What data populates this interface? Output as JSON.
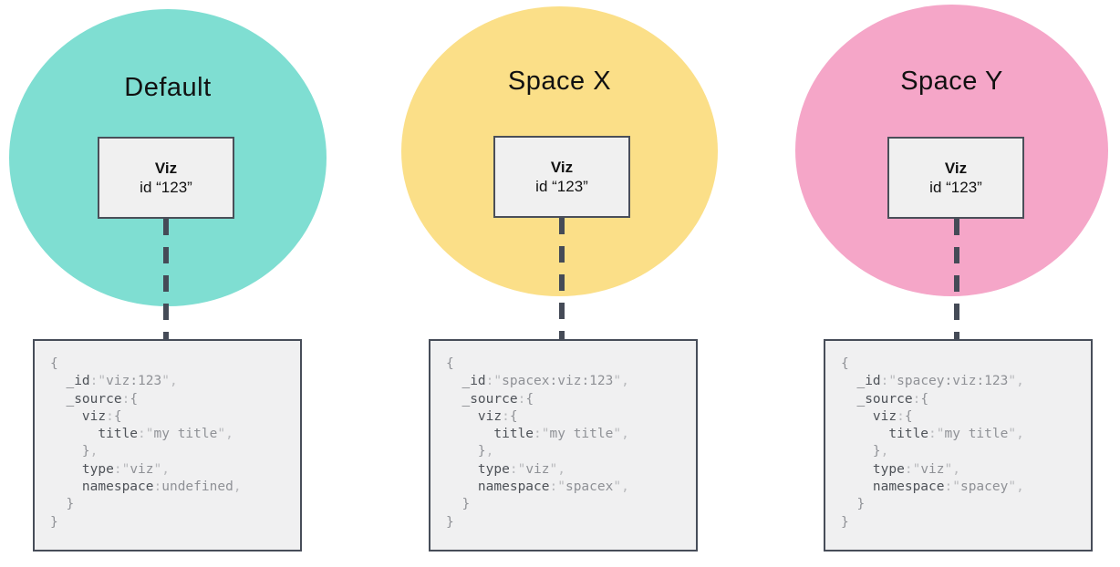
{
  "diagram": {
    "background": "#ffffff",
    "border_color": "#474d59",
    "node_fill": "#f0f0f0",
    "code_fill": "#f0f0f1",
    "code_colors": {
      "key": "#4e5258",
      "value": "#8f9196",
      "punctuation": "#b9babd"
    }
  },
  "spaces": [
    {
      "title": "Default",
      "circle_color": "#7fded2",
      "viz": {
        "title": "Viz",
        "id_label": "id “123”"
      },
      "code_lines": [
        [
          [
            "v",
            "{"
          ]
        ],
        [
          [
            "w",
            "  "
          ],
          [
            "k",
            "_id"
          ],
          [
            "p",
            ":\""
          ],
          [
            "v",
            "viz:123"
          ],
          [
            "p",
            "\","
          ]
        ],
        [
          [
            "w",
            "  "
          ],
          [
            "k",
            "_source"
          ],
          [
            "p",
            ":"
          ],
          [
            "v",
            "{"
          ]
        ],
        [
          [
            "w",
            "    "
          ],
          [
            "k",
            "viz"
          ],
          [
            "p",
            ":"
          ],
          [
            "v",
            "{"
          ]
        ],
        [
          [
            "w",
            "      "
          ],
          [
            "k",
            "title"
          ],
          [
            "p",
            ":\""
          ],
          [
            "v",
            "my title"
          ],
          [
            "p",
            "\","
          ]
        ],
        [
          [
            "w",
            "    "
          ],
          [
            "v",
            "}"
          ],
          [
            "p",
            ","
          ]
        ],
        [
          [
            "w",
            "    "
          ],
          [
            "k",
            "type"
          ],
          [
            "p",
            ":\""
          ],
          [
            "v",
            "viz"
          ],
          [
            "p",
            "\","
          ]
        ],
        [
          [
            "w",
            "    "
          ],
          [
            "k",
            "namespace"
          ],
          [
            "p",
            ":"
          ],
          [
            "v",
            "undefined"
          ],
          [
            "p",
            ","
          ]
        ],
        [
          [
            "w",
            "  "
          ],
          [
            "v",
            "}"
          ]
        ],
        [
          [
            "v",
            "}"
          ]
        ]
      ]
    },
    {
      "title": "Space X",
      "circle_color": "#fbdf88",
      "viz": {
        "title": "Viz",
        "id_label": "id “123”"
      },
      "code_lines": [
        [
          [
            "v",
            "{"
          ]
        ],
        [
          [
            "w",
            "  "
          ],
          [
            "k",
            "_id"
          ],
          [
            "p",
            ":\""
          ],
          [
            "v",
            "spacex:viz:123"
          ],
          [
            "p",
            "\","
          ]
        ],
        [
          [
            "w",
            "  "
          ],
          [
            "k",
            "_source"
          ],
          [
            "p",
            ":"
          ],
          [
            "v",
            "{"
          ]
        ],
        [
          [
            "w",
            "    "
          ],
          [
            "k",
            "viz"
          ],
          [
            "p",
            ":"
          ],
          [
            "v",
            "{"
          ]
        ],
        [
          [
            "w",
            "      "
          ],
          [
            "k",
            "title"
          ],
          [
            "p",
            ":\""
          ],
          [
            "v",
            "my title"
          ],
          [
            "p",
            "\","
          ]
        ],
        [
          [
            "w",
            "    "
          ],
          [
            "v",
            "}"
          ],
          [
            "p",
            ","
          ]
        ],
        [
          [
            "w",
            "    "
          ],
          [
            "k",
            "type"
          ],
          [
            "p",
            ":\""
          ],
          [
            "v",
            "viz"
          ],
          [
            "p",
            "\","
          ]
        ],
        [
          [
            "w",
            "    "
          ],
          [
            "k",
            "namespace"
          ],
          [
            "p",
            ":\""
          ],
          [
            "v",
            "spacex"
          ],
          [
            "p",
            "\","
          ]
        ],
        [
          [
            "w",
            "  "
          ],
          [
            "v",
            "}"
          ]
        ],
        [
          [
            "v",
            "}"
          ]
        ]
      ]
    },
    {
      "title": "Space Y",
      "circle_color": "#f5a6c8",
      "viz": {
        "title": "Viz",
        "id_label": "id “123”"
      },
      "code_lines": [
        [
          [
            "v",
            "{"
          ]
        ],
        [
          [
            "w",
            "  "
          ],
          [
            "k",
            "_id"
          ],
          [
            "p",
            ":\""
          ],
          [
            "v",
            "spacey:viz:123"
          ],
          [
            "p",
            "\","
          ]
        ],
        [
          [
            "w",
            "  "
          ],
          [
            "k",
            "_source"
          ],
          [
            "p",
            ":"
          ],
          [
            "v",
            "{"
          ]
        ],
        [
          [
            "w",
            "    "
          ],
          [
            "k",
            "viz"
          ],
          [
            "p",
            ":"
          ],
          [
            "v",
            "{"
          ]
        ],
        [
          [
            "w",
            "      "
          ],
          [
            "k",
            "title"
          ],
          [
            "p",
            ":\""
          ],
          [
            "v",
            "my title"
          ],
          [
            "p",
            "\","
          ]
        ],
        [
          [
            "w",
            "    "
          ],
          [
            "v",
            "}"
          ],
          [
            "p",
            ","
          ]
        ],
        [
          [
            "w",
            "    "
          ],
          [
            "k",
            "type"
          ],
          [
            "p",
            ":\""
          ],
          [
            "v",
            "viz"
          ],
          [
            "p",
            "\","
          ]
        ],
        [
          [
            "w",
            "    "
          ],
          [
            "k",
            "namespace"
          ],
          [
            "p",
            ":\""
          ],
          [
            "v",
            "spacey"
          ],
          [
            "p",
            "\","
          ]
        ],
        [
          [
            "w",
            "  "
          ],
          [
            "v",
            "}"
          ]
        ],
        [
          [
            "v",
            "}"
          ]
        ]
      ]
    }
  ]
}
